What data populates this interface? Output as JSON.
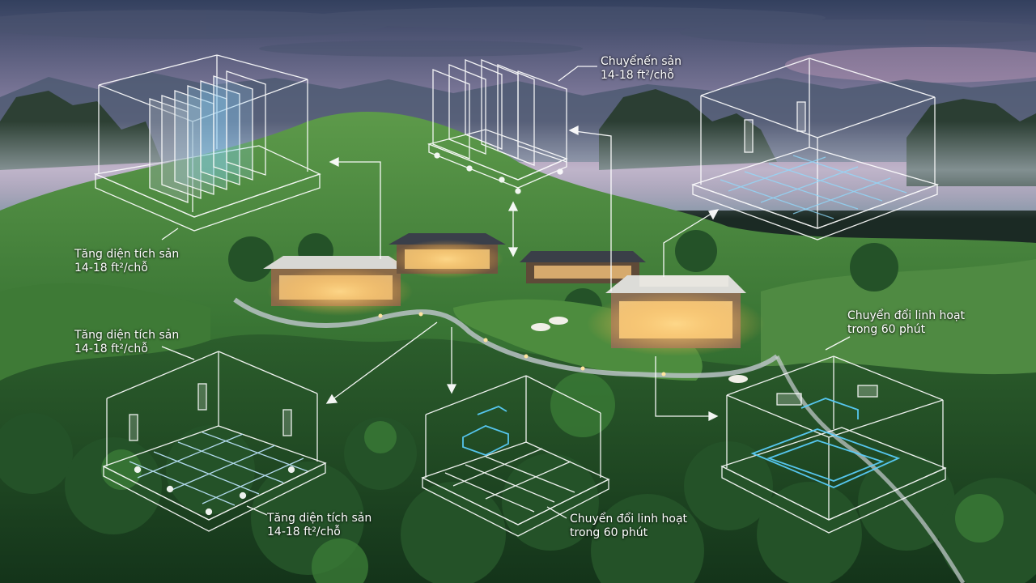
{
  "colors": {
    "sky_top": "#3a4766",
    "sky_mid": "#7d7898",
    "sky_glow": "#c59ab8",
    "hills": "#3f7a3a",
    "forest": "#1f4a26",
    "wireframe": "#ffffff",
    "accent_blue": "#59c8ff",
    "warm_light": "#ffcf7a"
  },
  "callouts": {
    "top_center": {
      "line1": "Chuyểnến sản",
      "line2": "14-18 ft²/chỗ"
    },
    "left_upper": {
      "line1": "Tăng diện tích sản",
      "line2": "14-18 ft²/chỗ"
    },
    "left_middle": {
      "line1": "Tăng diện tích sản",
      "line2": "14-18 ft²/chỗ"
    },
    "right_middle": {
      "line1": "Chuyển đổi linh hoạt",
      "line2": "trong 60 phút"
    },
    "bottom_left": {
      "line1": "Tăng diện tích sản",
      "line2": "14-18 ft²/chỗ"
    },
    "bottom_center": {
      "line1": "Chuyển đổi linh hoạt",
      "line2": "trong 60 phút"
    }
  },
  "icons": [
    "wireframe-module-icon",
    "arrow-icon"
  ]
}
